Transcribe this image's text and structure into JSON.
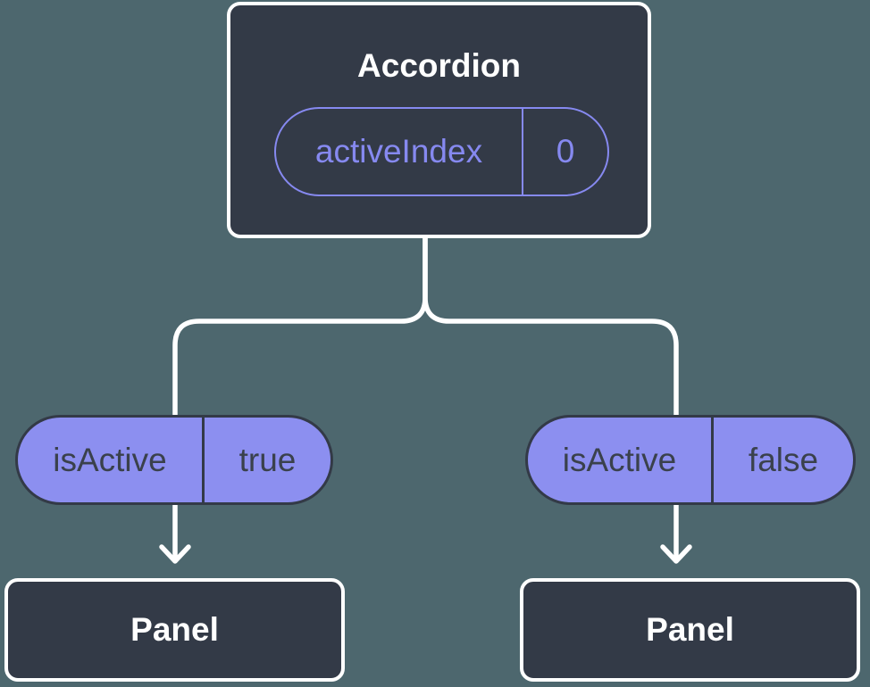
{
  "colors": {
    "background": "#4D676E",
    "node-fill": "#333A47",
    "node-border": "#FFFFFF",
    "node-text": "#FFFFFF",
    "accent": "#8689F0",
    "pill-fill": "#8C8FF0",
    "pill-border": "#333A47",
    "pill-text": "#3A414C",
    "connector": "#FFFFFF"
  },
  "root_node": {
    "title": "Accordion",
    "prop": {
      "name": "activeIndex",
      "value": "0"
    }
  },
  "branches": [
    {
      "prop": {
        "name": "isActive",
        "value": "true"
      },
      "child": {
        "title": "Panel"
      }
    },
    {
      "prop": {
        "name": "isActive",
        "value": "false"
      },
      "child": {
        "title": "Panel"
      }
    }
  ]
}
